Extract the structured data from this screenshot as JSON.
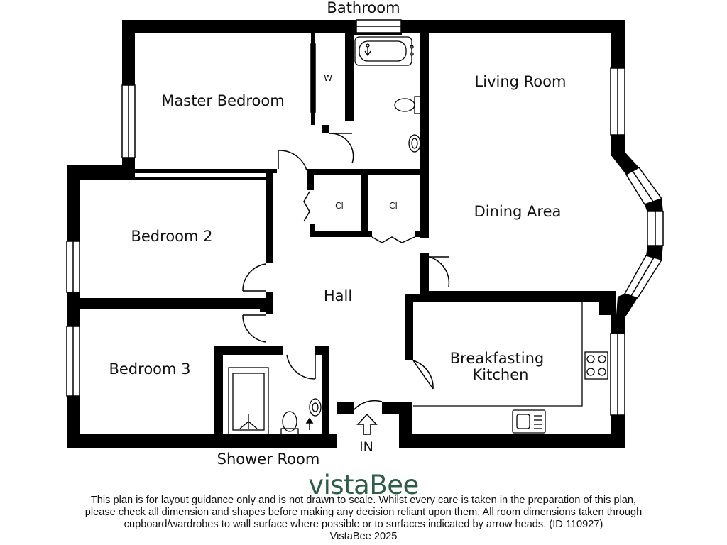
{
  "rooms": {
    "bathroom": "Bathroom",
    "master_bedroom": "Master Bedroom",
    "wardrobe": "W",
    "living_room": "Living Room",
    "dining_area": "Dining Area",
    "cupboard_1": "Cl",
    "cupboard_2": "Cl",
    "bedroom_2": "Bedroom 2",
    "hall": "Hall",
    "bedroom_3": "Bedroom 3",
    "breakfasting_kitchen_line1": "Breakfasting",
    "breakfasting_kitchen_line2": "Kitchen",
    "shower_room": "Shower Room",
    "entrance": "IN"
  },
  "brand": {
    "part1": "vista",
    "part2": "Bee",
    "color": "#2f5d49"
  },
  "disclaimer": {
    "line1": "This plan is for layout guidance only and is not drawn to scale. Whilst every care is taken in the preparation of this plan,",
    "line2": "please check all dimension and shapes before making any decision reliant upon them. All room dimensions taken through",
    "line3": "cupboard/wardrobes to wall surface where possible or to surfaces indicated by arrow heads. (ID 110927)",
    "line4": "VistaBee 2025"
  }
}
